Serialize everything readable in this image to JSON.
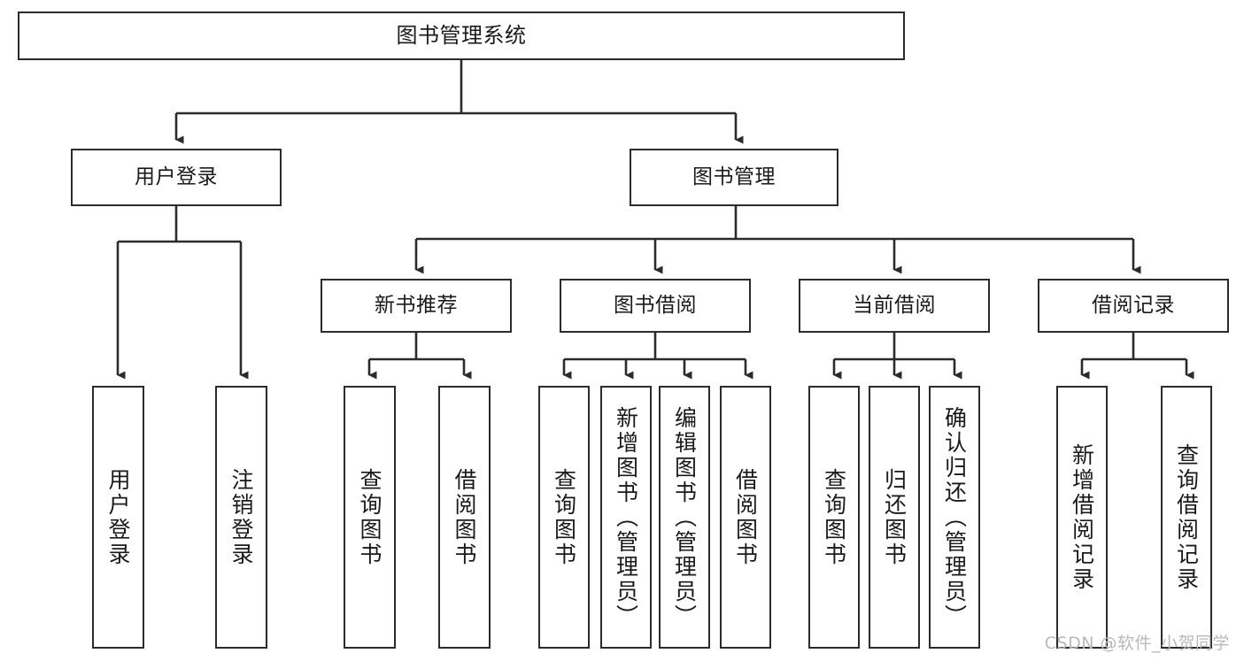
{
  "diagram": {
    "title": "图书管理系统",
    "type": "功能结构图",
    "watermark": "CSDN @软件_小贺同学",
    "colors": {
      "box_border": "#2b2b2b",
      "box_fill": "#ffffff",
      "connector": "#2b2b2b",
      "text": "#1a1a1a",
      "watermark": "#b9b9b9",
      "background": "#ffffff"
    },
    "nodes": {
      "root": {
        "label": "图书管理系统"
      },
      "level2": [
        {
          "id": "user-login",
          "label": "用户登录"
        },
        {
          "id": "book-manage",
          "label": "图书管理"
        }
      ],
      "level3": [
        {
          "id": "new-book-recommend",
          "label": "新书推荐"
        },
        {
          "id": "book-borrow",
          "label": "图书借阅"
        },
        {
          "id": "current-borrow",
          "label": "当前借阅"
        },
        {
          "id": "borrow-record",
          "label": "借阅记录"
        }
      ],
      "leaves": {
        "user-login": [
          {
            "id": "leaf-user-login",
            "label": "用户登录"
          },
          {
            "id": "leaf-logout-login",
            "label": "注销登录"
          }
        ],
        "new-book-recommend": [
          {
            "id": "leaf-query-book-1",
            "label": "查询图书"
          },
          {
            "id": "leaf-borrow-book-1",
            "label": "借阅图书"
          }
        ],
        "book-borrow": [
          {
            "id": "leaf-query-book-2",
            "label": "查询图书"
          },
          {
            "id": "leaf-add-book",
            "label": "新增图书（管理员）"
          },
          {
            "id": "leaf-edit-book",
            "label": "编辑图书（管理员）"
          },
          {
            "id": "leaf-borrow-book-2",
            "label": "借阅图书"
          }
        ],
        "current-borrow": [
          {
            "id": "leaf-query-book-3",
            "label": "查询图书"
          },
          {
            "id": "leaf-return-book",
            "label": "归还图书"
          },
          {
            "id": "leaf-confirm-return",
            "label": "确认归还（管理员）"
          }
        ],
        "borrow-record": [
          {
            "id": "leaf-add-record",
            "label": "新增借阅记录"
          },
          {
            "id": "leaf-query-record",
            "label": "查询借阅记录"
          }
        ]
      }
    }
  }
}
